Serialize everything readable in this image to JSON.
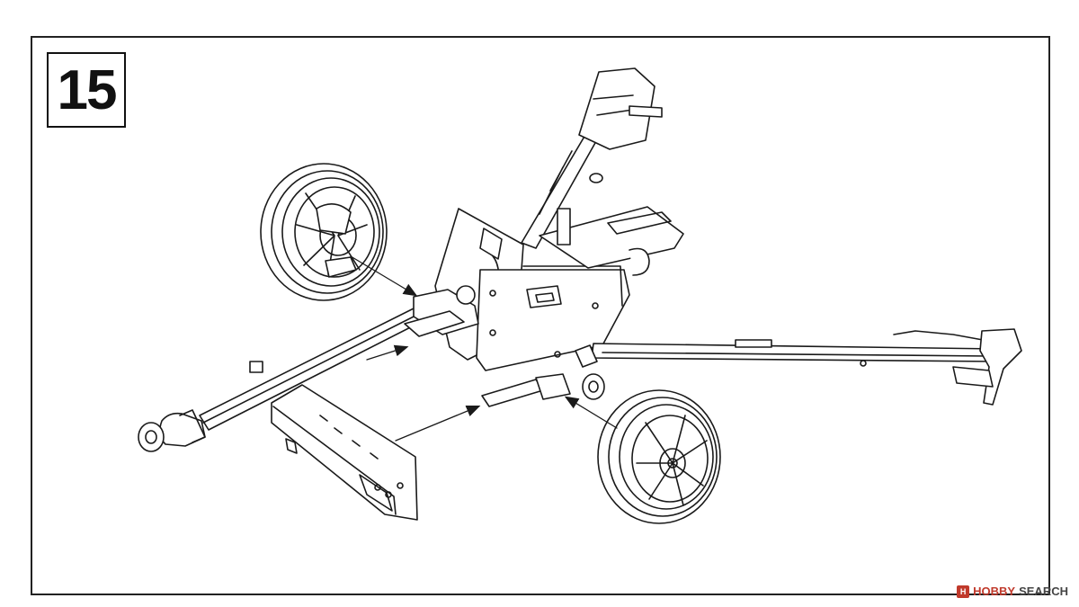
{
  "step": {
    "number": "15"
  },
  "watermark": {
    "brand": "HOBBY",
    "suffix": "SEARCH",
    "logo_letter": "H"
  },
  "colors": {
    "line": "#1a1a1a",
    "accent": "#c0392b",
    "fill": "#ffffff"
  }
}
